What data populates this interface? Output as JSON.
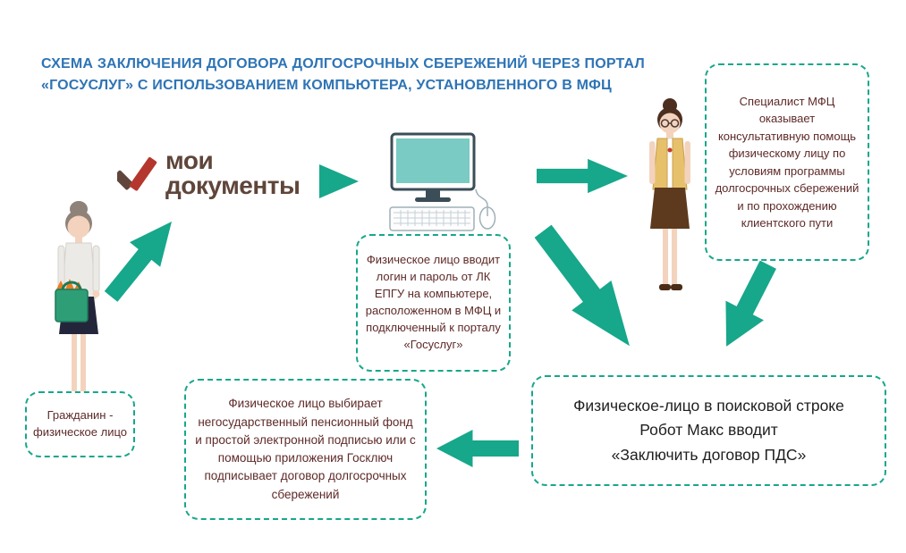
{
  "colors": {
    "accent": "#17a78b",
    "title-blue": "#2e74b5",
    "box-text": "#5e2a28",
    "text-dark": "#1f1f1f",
    "logo-red": "#b5362d",
    "logo-brown": "#5f453a",
    "screen-teal": "#79cbc3",
    "bag-green": "#2e9e76"
  },
  "title": "СХЕМА ЗАКЛЮЧЕНИЯ ДОГОВОРА ДОЛГОСРОЧНЫХ СБЕРЕЖЕНИЙ ЧЕРЕЗ ПОРТАЛ «ГОСУСЛУГ» С ИСПОЛЬЗОВАНИЕМ КОМПЬЮТЕРА, УСТАНОВЛЕННОГО В МФЦ",
  "logo": {
    "word1": "мои",
    "word2": "документы"
  },
  "boxes": {
    "citizen": "Гражданин - физическое лицо",
    "login": "Физическое лицо вводит логин и пароль от ЛК ЕПГУ на компьютере, расположенном в МФЦ и подключенный к порталу «Госуслуг»",
    "specialist": "Специалист МФЦ оказывает консультативную помощь физическому лицу по условиям программы долгосрочных сбережений и по прохождению клиентского пути",
    "search_lines": [
      "Физическое-лицо в поисковой строке",
      "Робот Макс вводит",
      "«Заключить договор ПДС»"
    ],
    "sign": "Физическое лицо выбирает негосударственный пенсионный фонд и простой электронной подписью или с помощью приложения Госключ подписывает договор долгосрочных сбережений"
  }
}
